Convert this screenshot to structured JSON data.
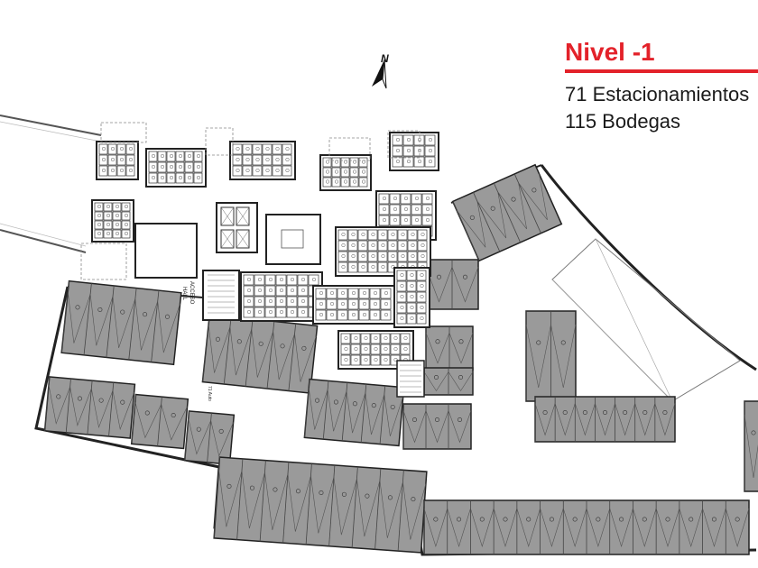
{
  "legend": {
    "title": "Nivel -1",
    "line1": "71 Estacionamientos",
    "line2": "115 Bodegas"
  },
  "north_arrow": {
    "label": "N"
  },
  "plan_labels": {
    "hall": "HALL",
    "acceso": "ACCESO",
    "ramp": "71 Auto"
  },
  "colors": {
    "accent_red": "#e3222a",
    "parking_fill": "#9a9a9a",
    "wall": "#222222"
  }
}
